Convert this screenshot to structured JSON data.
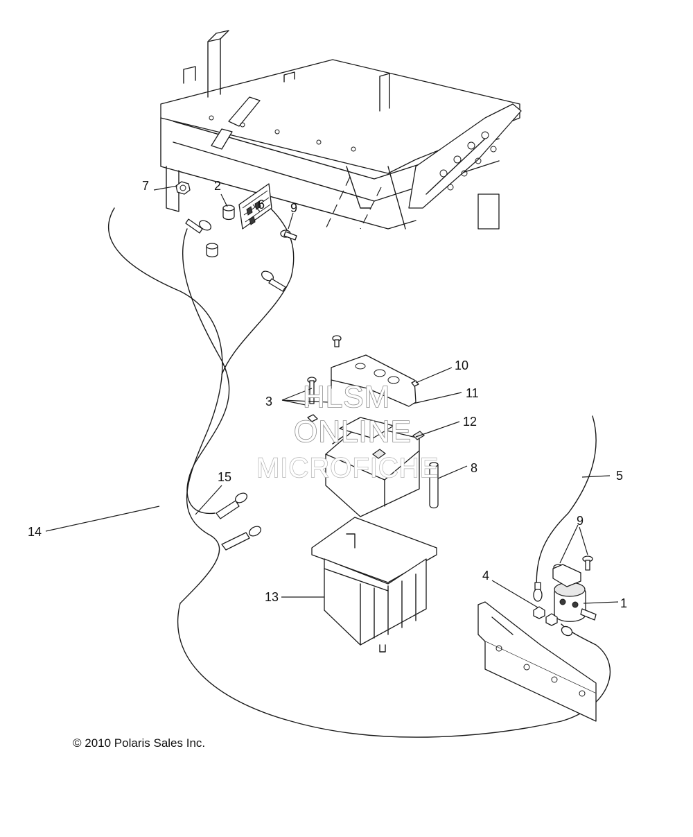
{
  "diagram": {
    "callouts": {
      "c1": "1",
      "c2": "2",
      "c3": "3",
      "c4": "4",
      "c5": "5",
      "c6": "6",
      "c7": "7",
      "c8": "8",
      "c9a": "9",
      "c9b": "9",
      "c10": "10",
      "c11": "11",
      "c12": "12",
      "c13": "13",
      "c14": "14",
      "c15": "15"
    },
    "copyright": "© 2010 Polaris Sales Inc.",
    "watermark": {
      "line1": "HLSM",
      "line2": "ONLINE",
      "line3": "MICROFICHE"
    }
  }
}
